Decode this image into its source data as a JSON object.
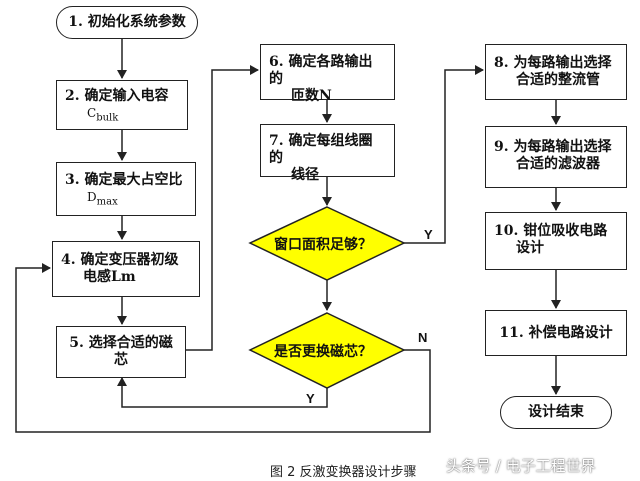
{
  "steps": {
    "s1": "1. 初始化系统参数",
    "s2": "2. 确定输入电容",
    "s2_sub": "C",
    "s2_subscript": "bulk",
    "s3": "3. 确定最大占空比",
    "s3_sub": "D",
    "s3_subscript": "max",
    "s4a": "4. 确定变压器初级",
    "s4b": "电感Lm",
    "s5": "5. 选择合适的磁芯",
    "s6a": "6. 确定各路输出的",
    "s6b": "匝数N",
    "s7a": "7. 确定每组线圈的",
    "s7b": "线径",
    "s8a": "8. 为每路输出选择",
    "s8b": "合适的整流管",
    "s9a": "9. 为每路输出选择",
    "s9b": "合适的滤波器",
    "s10a": "10. 钳位吸收电路",
    "s10b": "设计",
    "s11": "11. 补偿电路设计",
    "end": "设计结束"
  },
  "decisions": {
    "d1": "窗口面积足够？",
    "d2": "是否更换磁芯？"
  },
  "branch_labels": {
    "d1_yes": "Y",
    "d2_no": "N",
    "d2_yes": "Y"
  },
  "caption": "图 2  反激变换器设计步骤",
  "watermark": "头条号 / 电子工程世界",
  "colors": {
    "decision_fill": "#ffff00",
    "stroke": "#222222"
  }
}
